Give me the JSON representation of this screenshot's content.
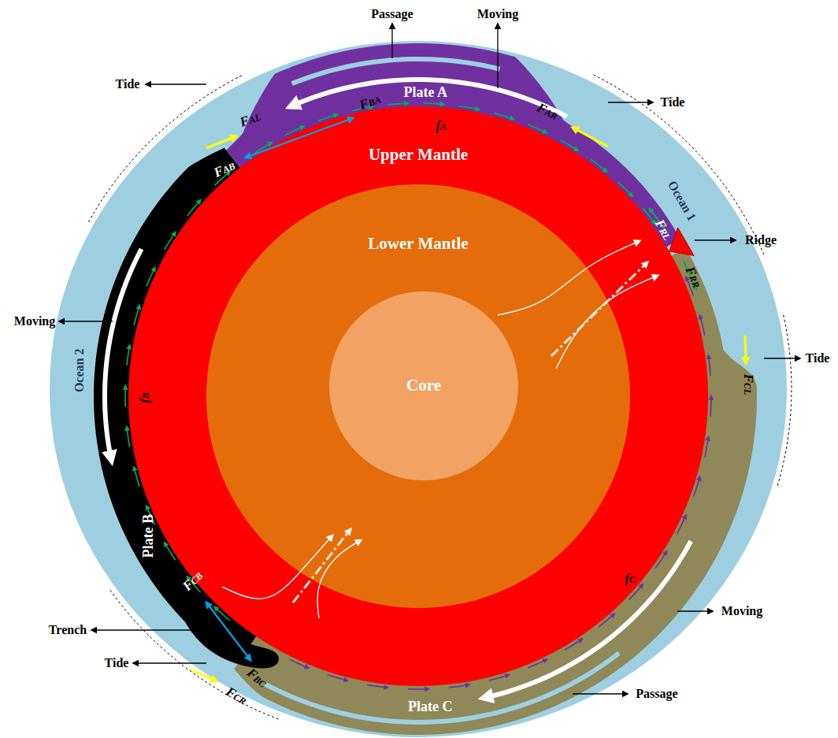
{
  "diagram": {
    "nodes": [
      {
        "text": [
          "Plate A"
        ]
      },
      {
        "text": [
          "Ocean 1"
        ]
      },
      {
        "text": [
          "Upper Mantle"
        ]
      },
      {
        "text": [
          "Lower Mantle"
        ],
        "in": 2
      },
      {
        "text": [
          "Core"
        ],
        "in": 3
      },
      {
        "text": [
          "Ocean 2"
        ]
      },
      {
        "text": [
          "Plate B"
        ]
      },
      {
        "text": [
          "Plate C"
        ]
      }
    ],
    "labels": [
      "Passage",
      "Moving",
      "Tide",
      "Tide",
      "FAL",
      "FBA",
      "FAB",
      "FAR",
      "fA",
      "Ridge",
      "FRL",
      "FRR",
      "Tide",
      "FCL",
      "Moving",
      "fB",
      "Trench",
      "FCB",
      "FBC",
      "Tide",
      "FCR",
      "fC",
      "Moving",
      "Passage"
    ]
  }
}
